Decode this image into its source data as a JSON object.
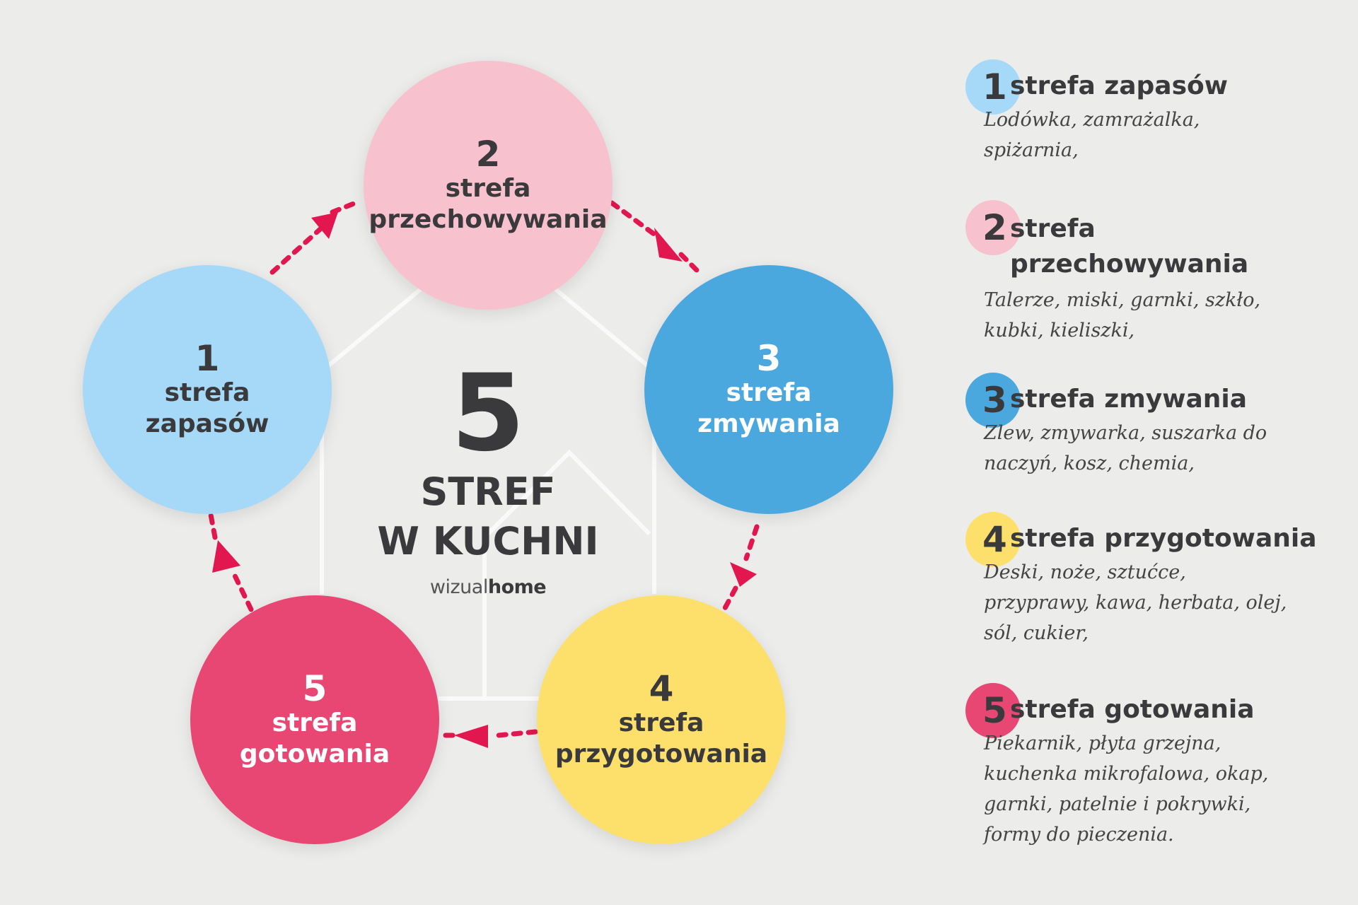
{
  "colors": {
    "zone1": "#a6d9f7",
    "zone2": "#f7c1cd",
    "zone3": "#4aa8df",
    "zone4": "#fde06b",
    "zone5": "#e84774",
    "arrow": "#e2174f",
    "text_dark": "#3a3a3c",
    "text_light": "#ffffff"
  },
  "center": {
    "number": "5",
    "line1": "STREF",
    "line2": "W KUCHNI"
  },
  "brand": {
    "part1": "wizual",
    "part2": "home"
  },
  "zones": [
    {
      "num": "1",
      "label1": "strefa",
      "label2": "zapasów"
    },
    {
      "num": "2",
      "label1": "strefa",
      "label2": "przechowywania"
    },
    {
      "num": "3",
      "label1": "strefa",
      "label2": "zmywania"
    },
    {
      "num": "4",
      "label1": "strefa",
      "label2": "przygotowania"
    },
    {
      "num": "5",
      "label1": "strefa",
      "label2": "gotowania"
    }
  ],
  "legend": [
    {
      "num": "1",
      "title": "strefa zapasów",
      "desc_lines": [
        "Lodówka, zamrażalka,",
        "spiżarnia,"
      ]
    },
    {
      "num": "2",
      "title": "strefa przechowywania",
      "desc_lines": [
        "Talerze, miski, garnki, szkło,",
        "kubki, kieliszki,"
      ]
    },
    {
      "num": "3",
      "title": "strefa zmywania",
      "desc_lines": [
        "Zlew, zmywarka, suszarka do",
        "naczyń, kosz, chemia,"
      ]
    },
    {
      "num": "4",
      "title": "strefa przygotowania",
      "desc_lines": [
        "Deski, noże, sztućce,",
        "przyprawy, kawa, herbata, olej,",
        "sól, cukier,"
      ]
    },
    {
      "num": "5",
      "title": "strefa gotowania",
      "desc_lines": [
        "Piekarnik, płyta grzejna,",
        "kuchenka mikrofalowa, okap,",
        "garnki, patelnie i pokrywki,",
        "formy do pieczenia."
      ]
    }
  ]
}
